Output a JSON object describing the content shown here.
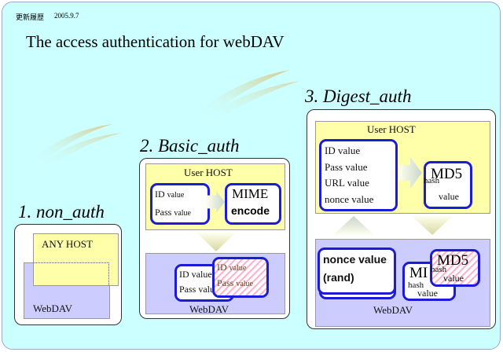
{
  "header": {
    "note": "更新履歴",
    "date": "2005.9.7"
  },
  "title": "The access authentication for webDAV",
  "sections": [
    {
      "heading": "1. non_auth",
      "any_host": "ANY HOST",
      "webdav": "WebDAV"
    },
    {
      "heading": "2. Basic_auth",
      "user_host": "User HOST",
      "id": "ID",
      "pass": "Pass",
      "value": "value",
      "mime": "MIME",
      "encode": "encode",
      "webdav": "WebDAV"
    },
    {
      "heading": "3. Digest_auth",
      "user_host": "User HOST",
      "id": "ID value",
      "pass": "Pass value",
      "url": "URL value",
      "nonce": "nonce value",
      "md5": "MD5",
      "hash": "hash",
      "value": "value",
      "nonce_value": "nonce value",
      "rand": "(rand)",
      "mi": "MI",
      "webdav": "WebDAV"
    }
  ],
  "colors": {
    "background": "#ccffff",
    "host_fill": "#ffffaa",
    "server_fill": "#ccccff",
    "box_border": "#1c1cd8"
  }
}
